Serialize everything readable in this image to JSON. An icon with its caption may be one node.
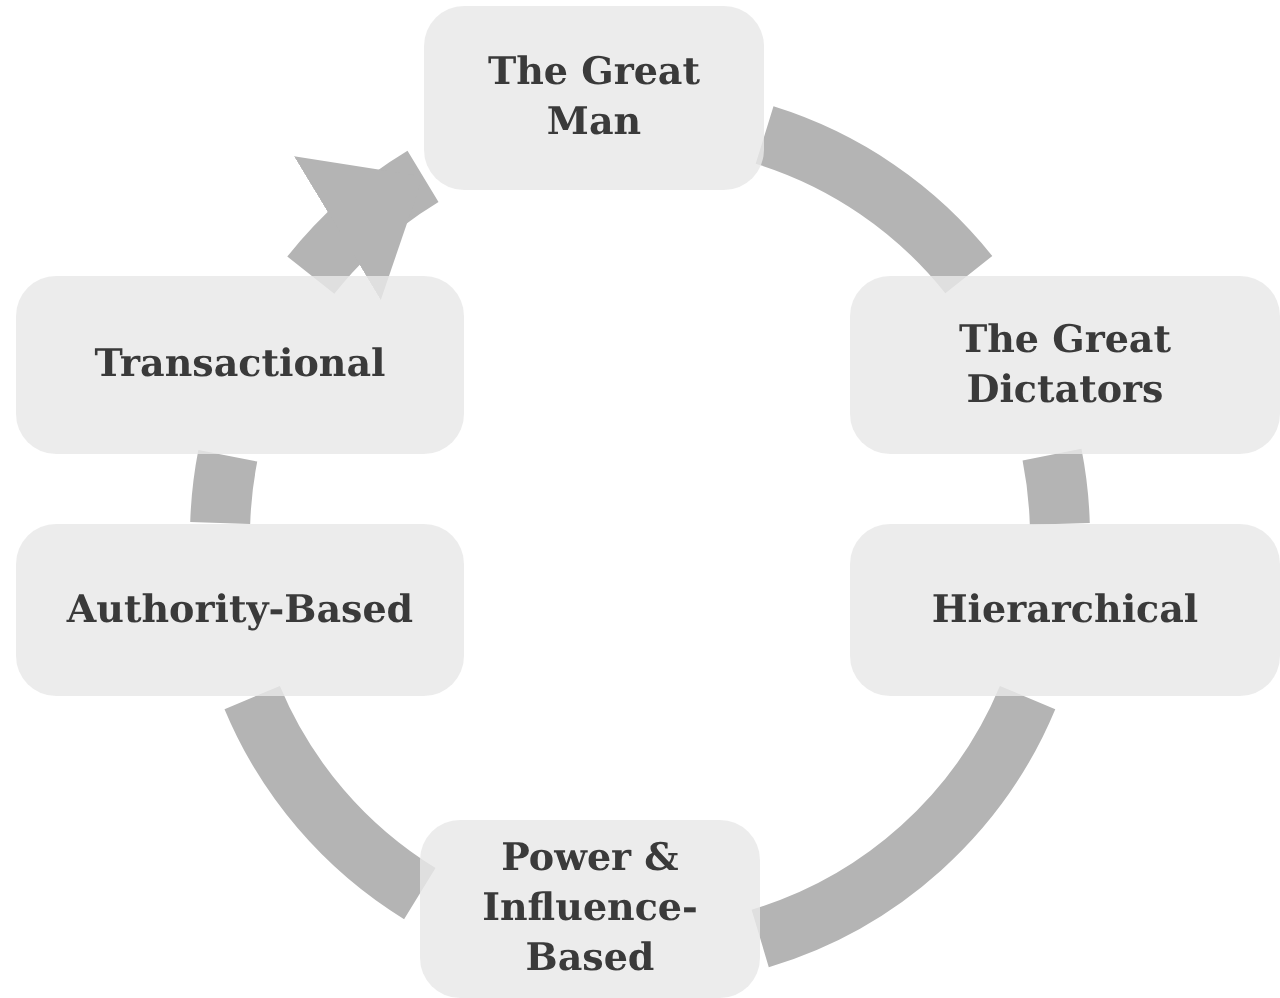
{
  "diagram": {
    "nodes": [
      {
        "text": [
          "The Great Man"
        ]
      },
      {
        "text": [
          "The Great Dictators"
        ]
      },
      {
        "text": [
          "Hierarchical"
        ]
      },
      {
        "text": [
          "Power & Influence-Based"
        ]
      },
      {
        "text": [
          "Authority-Based"
        ]
      },
      {
        "text": [
          "Transactional"
        ]
      }
    ],
    "edges": [
      {
        "from": 0,
        "to": 1,
        "arrow": "none"
      },
      {
        "from": 1,
        "to": 2,
        "arrow": "none"
      },
      {
        "from": 2,
        "to": 3,
        "arrow": "none"
      },
      {
        "from": 3,
        "to": 4,
        "arrow": "none"
      },
      {
        "from": 4,
        "to": 5,
        "arrow": "none"
      },
      {
        "from": 5,
        "to": 0,
        "arrow": "to"
      }
    ]
  }
}
